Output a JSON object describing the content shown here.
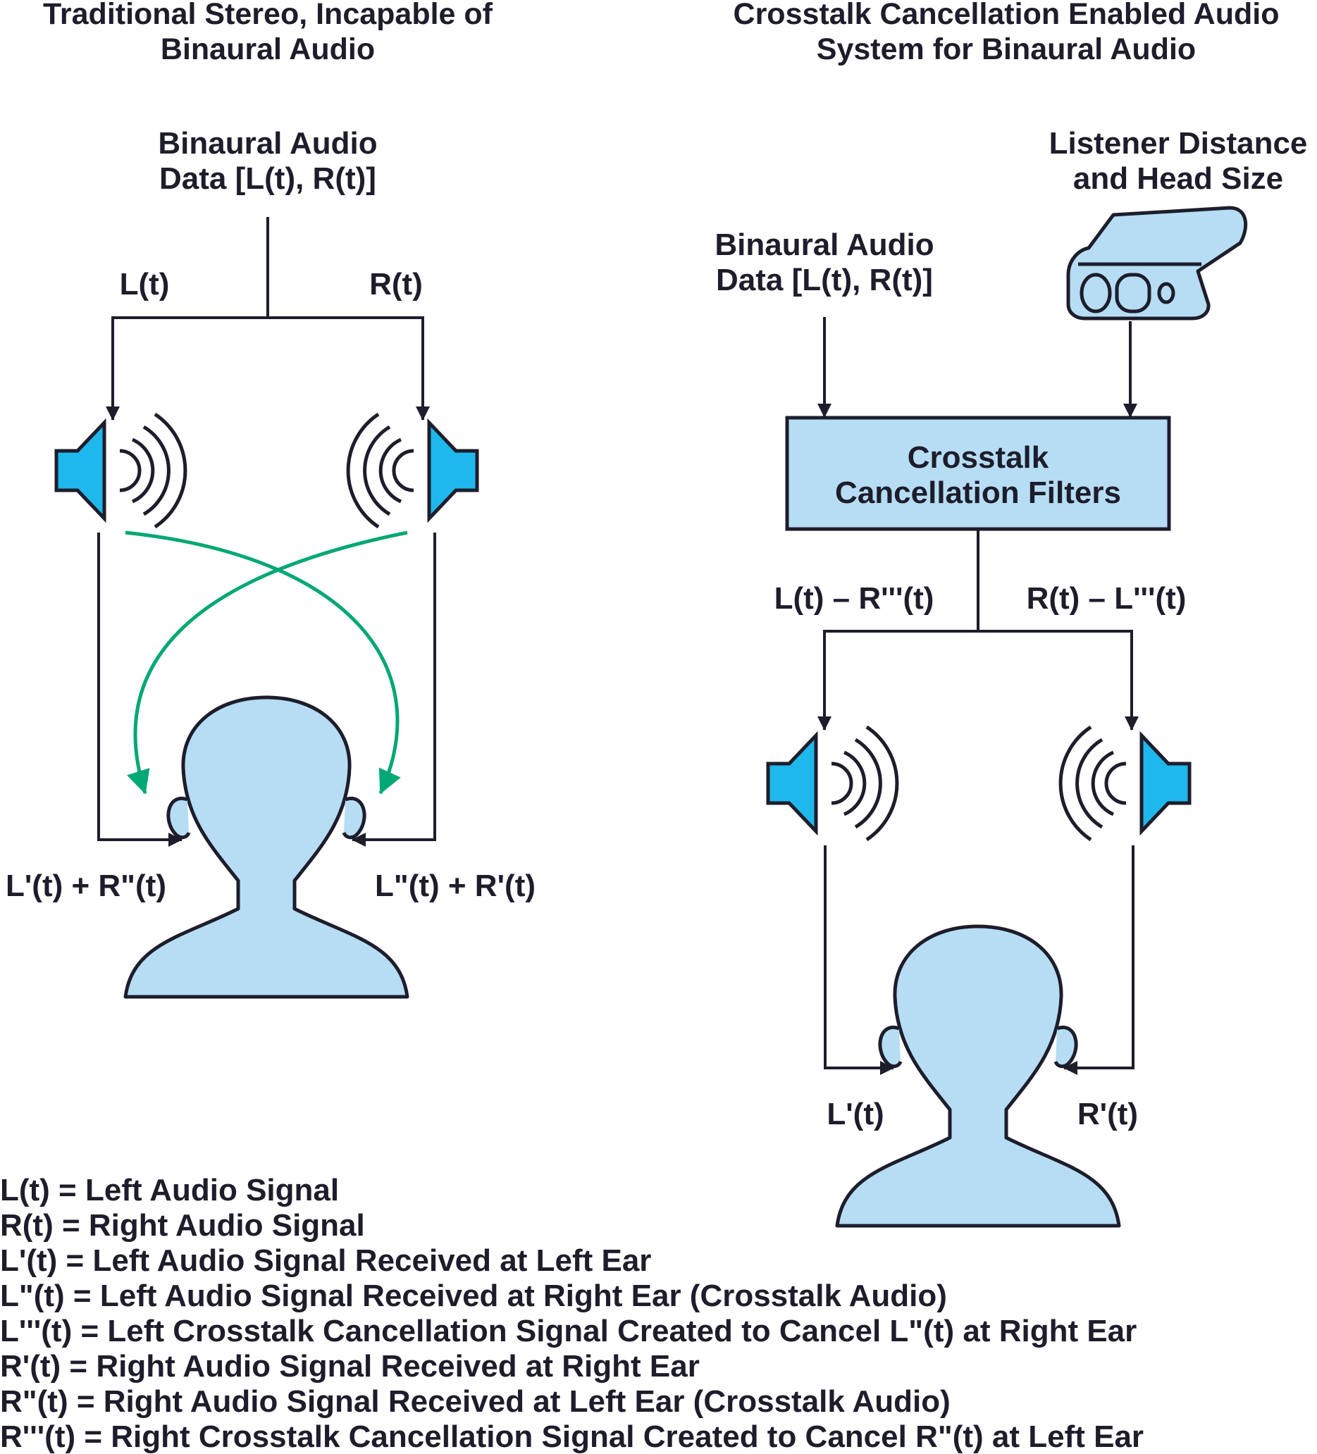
{
  "left_panel": {
    "title_line1": "Traditional Stereo, Incapable of",
    "title_line2": "Binaural Audio",
    "source_line1": "Binaural Audio",
    "source_line2": "Data [L(t), R(t)]",
    "left_signal": "L(t)",
    "right_signal": "R(t)",
    "left_ear_label": "L'(t) + R\"(t)",
    "right_ear_label": "L\"(t) + R'(t)"
  },
  "right_panel": {
    "title_line1": "Crosstalk Cancellation Enabled Audio",
    "title_line2": "System for Binaural Audio",
    "sensor_line1": "Listener Distance",
    "sensor_line2": "and Head Size",
    "source_line1": "Binaural Audio",
    "source_line2": "Data [L(t), R(t)]",
    "filter_line1": "Crosstalk",
    "filter_line2": "Cancellation Filters",
    "left_output": "L(t) – R'''(t)",
    "right_output": "R(t) – L'''(t)",
    "left_ear_label": "L'(t)",
    "right_ear_label": "R'(t)"
  },
  "legend": [
    "L(t) = Left Audio Signal",
    "R(t) = Right Audio Signal",
    "L'(t) = Left Audio Signal Received at Left Ear",
    "L\"(t) = Left Audio Signal Received at Right Ear (Crosstalk Audio)",
    "L'''(t) = Left Crosstalk Cancellation Signal Created to Cancel L\"(t) at Right Ear",
    "R'(t) = Right Audio Signal Received at Right Ear",
    "R\"(t) = Right Audio Signal Received at Left Ear (Crosstalk Audio)",
    "R'''(t) = Right Crosstalk Cancellation Signal Created to Cancel R\"(t) at Left Ear"
  ],
  "colors": {
    "ink": "#1d1d2b",
    "speaker": "#1fb8ec",
    "head": "#b6ddf4",
    "crosstalk_path": "#00a873",
    "filter_box": "#b6ddf4"
  },
  "icons": [
    "speaker-icon",
    "head-icon",
    "depth-camera-icon",
    "arrow-icon"
  ]
}
